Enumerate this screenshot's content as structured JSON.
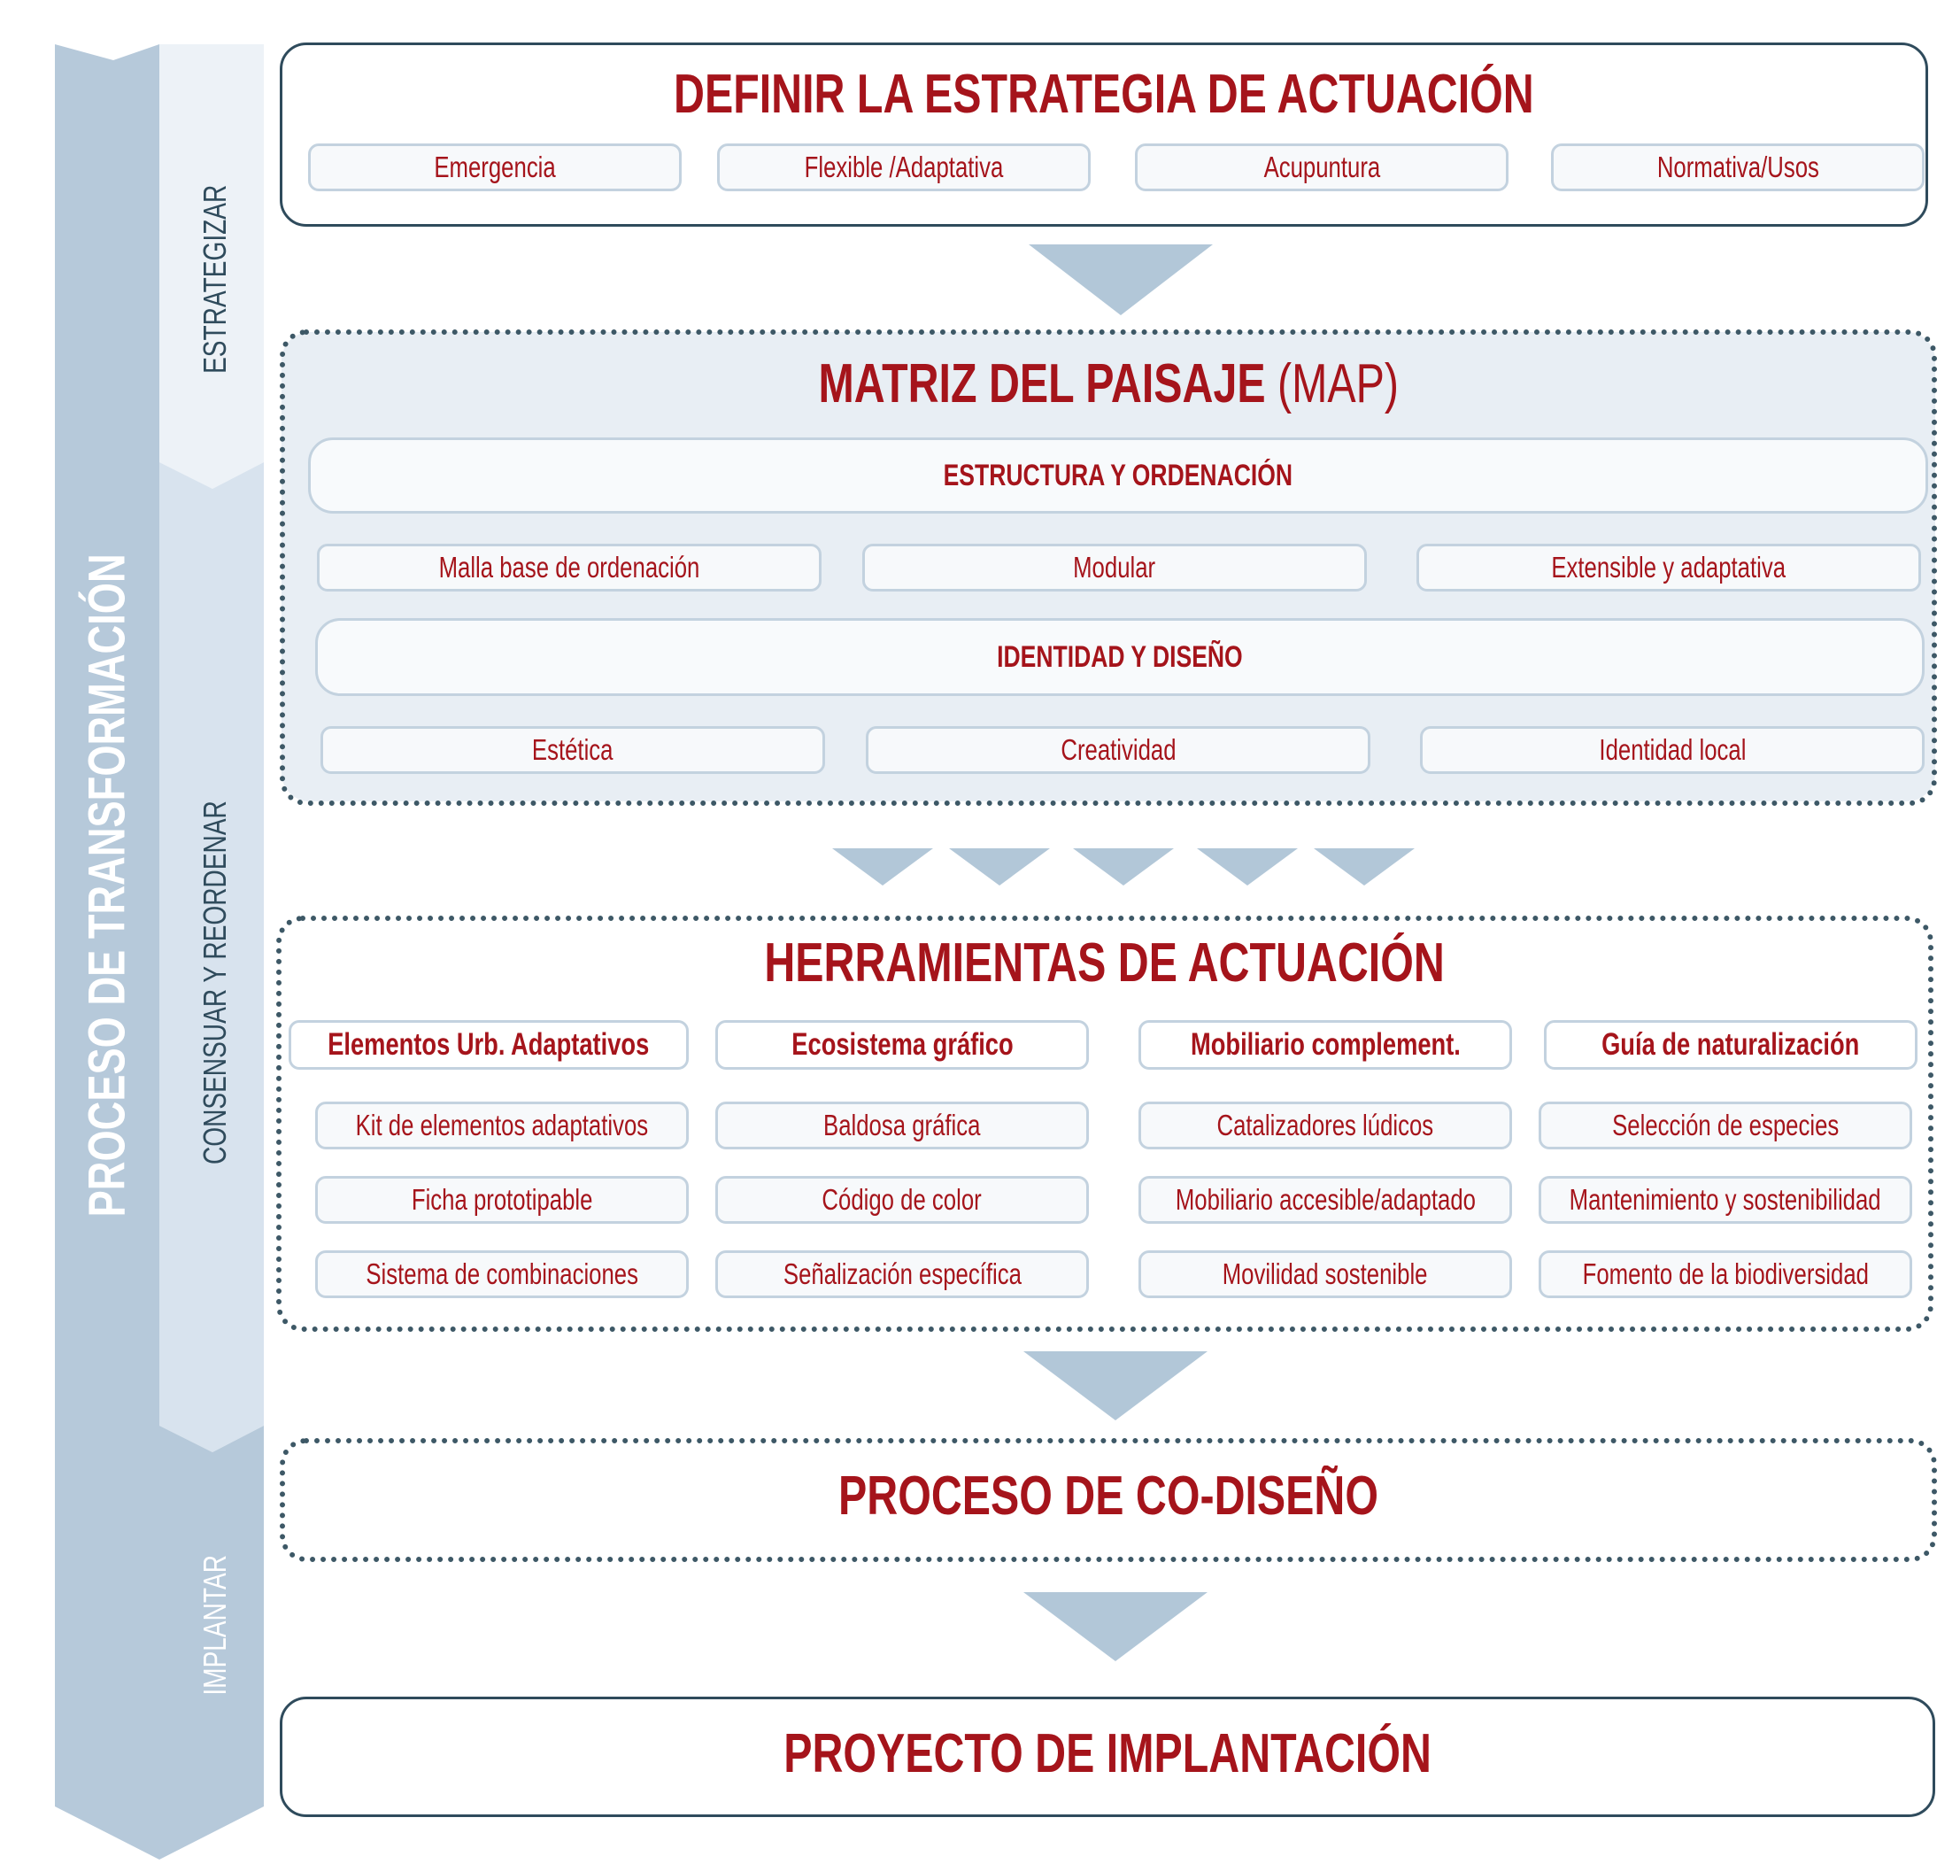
{
  "side": {
    "main_label": "PROCESO DE TRANSFORMACIÓN",
    "stages": [
      "ESTRATEGIZAR",
      "CONSENSUAR Y REORDENAR",
      "IMPLANTAR"
    ]
  },
  "strategy": {
    "title": "DEFINIR LA ESTRATEGIA DE ACTUACIÓN",
    "options": [
      "Emergencia",
      "Flexible /Adaptativa",
      "Acupuntura",
      "Normativa/Usos"
    ]
  },
  "matrix": {
    "title_bold": "MATRIZ DEL PAISAJE",
    "title_light": "(MAP)",
    "structure": {
      "heading": "ESTRUCTURA Y ORDENACIÓN",
      "items": [
        "Malla base de ordenación",
        "Modular",
        "Extensible y adaptativa"
      ]
    },
    "identity": {
      "heading": "IDENTIDAD Y DISEÑO",
      "items": [
        "Estética",
        "Creatividad",
        "Identidad local"
      ]
    }
  },
  "tools": {
    "title": "HERRAMIENTAS DE ACTUACIÓN",
    "columns": [
      {
        "heading": "Elementos Urb. Adaptativos",
        "items": [
          "Kit de elementos adaptativos",
          "Ficha prototipable",
          "Sistema de combinaciones"
        ]
      },
      {
        "heading": "Ecosistema gráfico",
        "items": [
          "Baldosa gráfica",
          "Código de color",
          "Señalización específica"
        ]
      },
      {
        "heading": "Mobiliario complement.",
        "items": [
          "Catalizadores lúdicos",
          "Mobiliario accesible/adaptado",
          "Movilidad sostenible"
        ]
      },
      {
        "heading": "Guía de naturalización",
        "items": [
          "Selección de especies",
          "Mantenimiento y sostenibilidad",
          "Fomento de la biodiversidad"
        ]
      }
    ]
  },
  "codesign": {
    "title": "PROCESO DE CO-DISEÑO"
  },
  "implementation": {
    "title": "PROYECTO DE IMPLANTACIÓN"
  },
  "colors": {
    "accent": "#a5141b",
    "arrow": "#b2c7d8",
    "border_dark": "#2f4b5c",
    "panel_fill": "#e8eef4"
  }
}
